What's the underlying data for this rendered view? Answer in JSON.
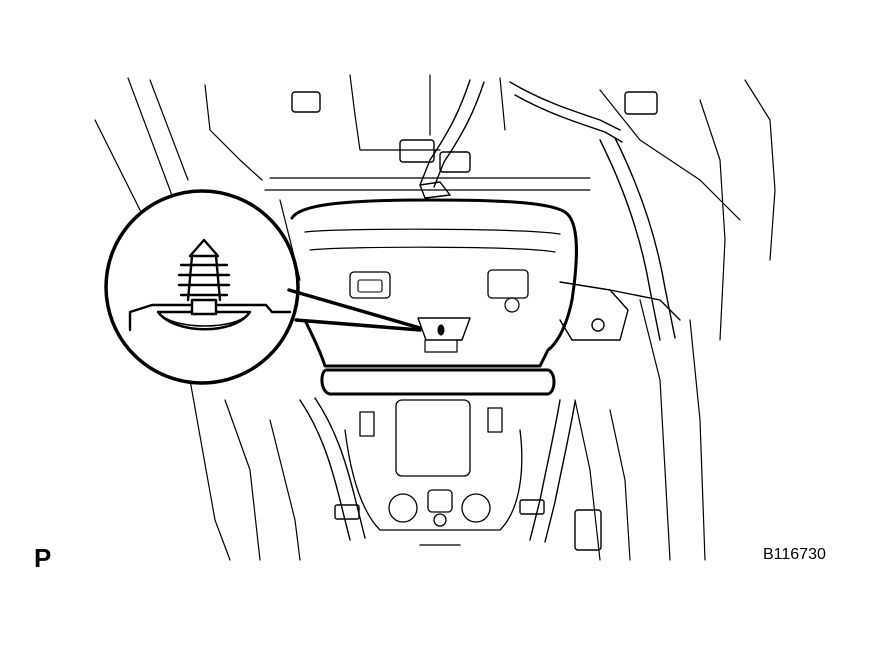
{
  "figure": {
    "corner_letter": "P",
    "figure_id": "B116730"
  },
  "colors": {
    "ink": "#000000",
    "paper": "#ffffff"
  },
  "components": [
    {
      "name": "clip-detail-callout",
      "kind": "magnified view of push-type clip"
    },
    {
      "name": "console-panel",
      "kind": "center console lower panel"
    },
    {
      "name": "wire-harness",
      "kind": "wire harness"
    },
    {
      "name": "connector",
      "kind": "electrical connector"
    },
    {
      "name": "bracket",
      "kind": "mounting bracket"
    }
  ]
}
